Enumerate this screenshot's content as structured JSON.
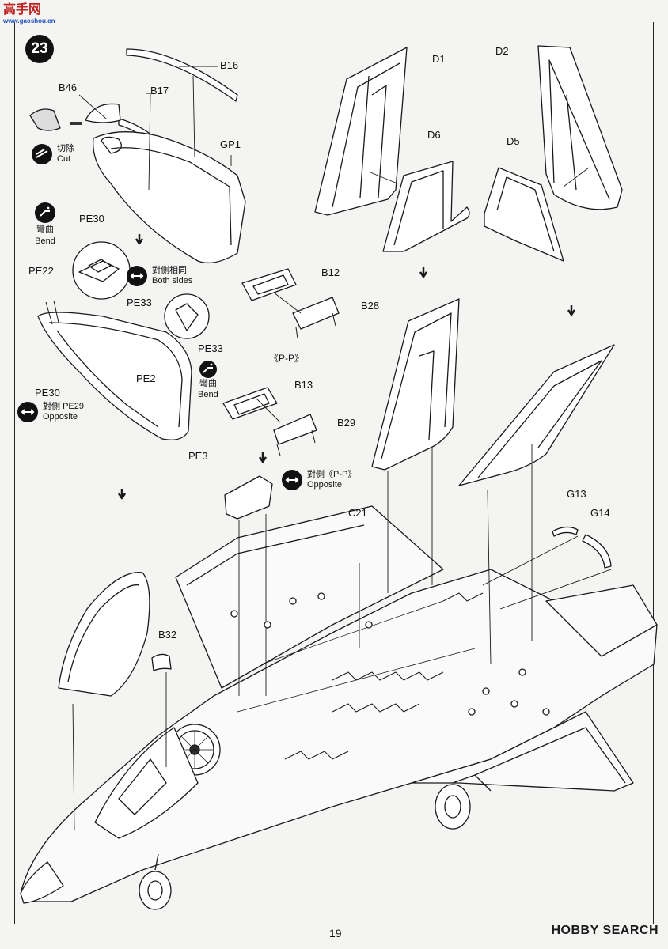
{
  "watermark": {
    "cn": "高手网",
    "url": "www.gaoshou.cn"
  },
  "step_number": "23",
  "parts": {
    "B16": "B16",
    "B17": "B17",
    "B46": "B46",
    "GP1": "GP1",
    "PE30": "PE30",
    "PE22": "PE22",
    "PE33": "PE33",
    "PE2": "PE2",
    "PE3": "PE3",
    "PE30b": "PE30",
    "PE29": "PE29",
    "PE33b": "PE33",
    "D1": "D1",
    "D2": "D2",
    "D6": "D6",
    "D5": "D5",
    "B12": "B12",
    "B28": "B28",
    "B13": "B13",
    "B29": "B29",
    "G13": "G13",
    "G14": "G14",
    "C21": "C21",
    "B32": "B32"
  },
  "notes": {
    "cut_cn": "切除",
    "cut_en": "Cut",
    "bend_cn": "彎曲",
    "bend_en": "Bend",
    "bend2_cn": "彎曲",
    "bend2_en": "Bend",
    "both_cn": "對側相同",
    "both_en": "Both sides",
    "opposite_cn": "對側",
    "opposite_en": "Opposite",
    "opp_pp_cn": "對側《P-P》",
    "opp_pp_en": "Opposite",
    "pp_label": "《P-P》"
  },
  "page_number": "19",
  "brand": "HOBBY SEARCH"
}
